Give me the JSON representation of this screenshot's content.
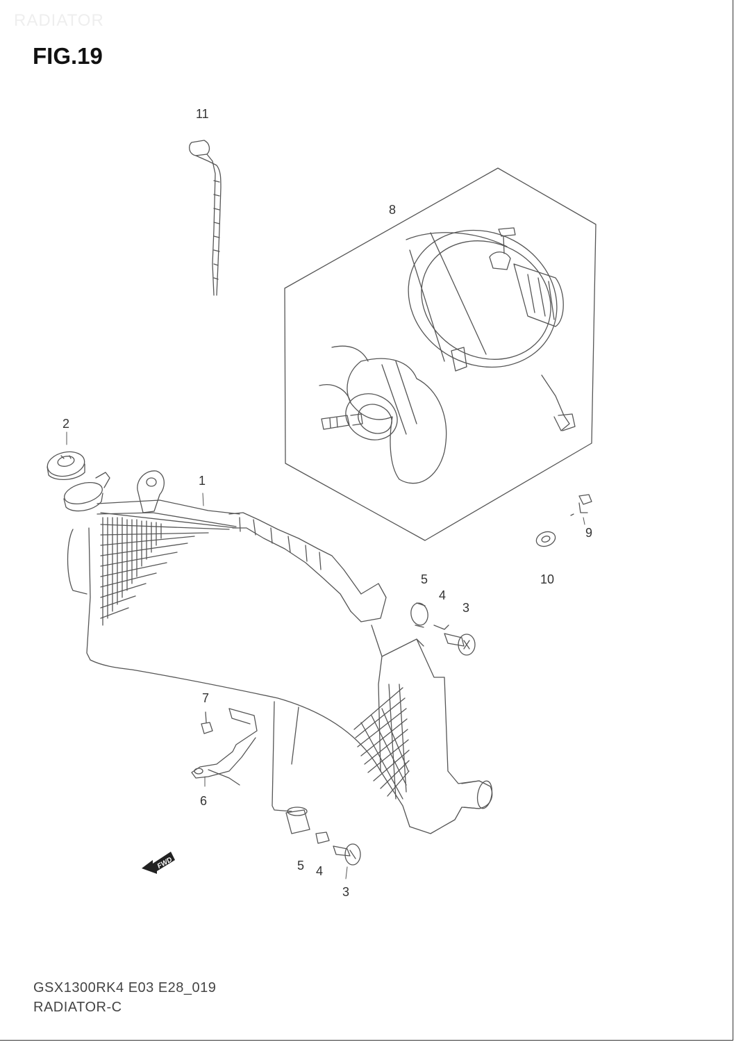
{
  "header": {
    "watermark": "RADIATOR",
    "figure_title": "FIG.19"
  },
  "callouts": [
    {
      "id": "c11",
      "text": "11"
    },
    {
      "id": "c8",
      "text": "8"
    },
    {
      "id": "c2",
      "text": "2"
    },
    {
      "id": "c1",
      "text": "1"
    },
    {
      "id": "c9",
      "text": "9"
    },
    {
      "id": "c10",
      "text": "10"
    },
    {
      "id": "c5a",
      "text": "5"
    },
    {
      "id": "c4a",
      "text": "4"
    },
    {
      "id": "c3a",
      "text": "3"
    },
    {
      "id": "c7",
      "text": "7"
    },
    {
      "id": "c6",
      "text": "6"
    },
    {
      "id": "c5b",
      "text": "5"
    },
    {
      "id": "c4b",
      "text": "4"
    },
    {
      "id": "c3b",
      "text": "3"
    }
  ],
  "arrow_label": "FWD",
  "footer": {
    "code": "GSX1300RK4 E03 E28_019",
    "name": "RADIATOR-C"
  }
}
